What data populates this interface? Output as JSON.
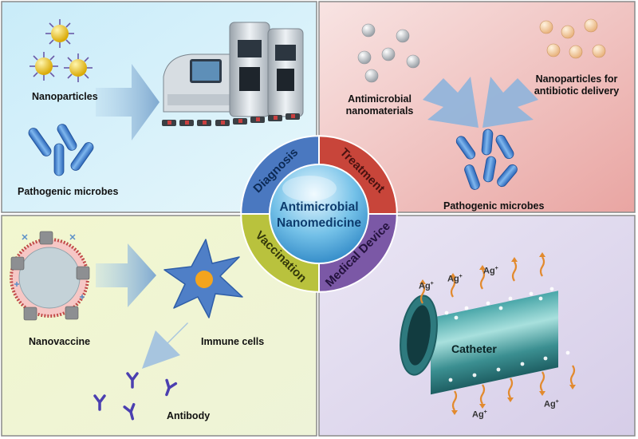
{
  "center": {
    "title_line1": "Antimicrobial",
    "title_line2": "Nanomedicine"
  },
  "ring": {
    "diagnosis": "Diagnosis",
    "treatment": "Treatment",
    "vaccination": "Vaccination",
    "medical_device": "Medical Device"
  },
  "diagnosis_panel": {
    "nanoparticles": "Nanoparticles",
    "pathogenic_microbes": "Pathogenic microbes"
  },
  "treatment_panel": {
    "antimicrobial_line1": "Antimicrobial",
    "antimicrobial_line2": "nanomaterials",
    "delivery_line1": "Nanoparticles for",
    "delivery_line2": "antibiotic delivery",
    "pathogenic_microbes": "Pathogenic microbes"
  },
  "vaccination_panel": {
    "nanovaccine": "Nanovaccine",
    "immune_cells": "Immune cells",
    "antibody": "Antibody"
  },
  "device_panel": {
    "catheter": "Catheter",
    "ion": "Ag",
    "ion_charge": "+"
  },
  "colors": {
    "diagnosis": "#4a78c0",
    "treatment": "#c8453a",
    "vaccination": "#b9c23d",
    "medical_device": "#7b58a6"
  }
}
